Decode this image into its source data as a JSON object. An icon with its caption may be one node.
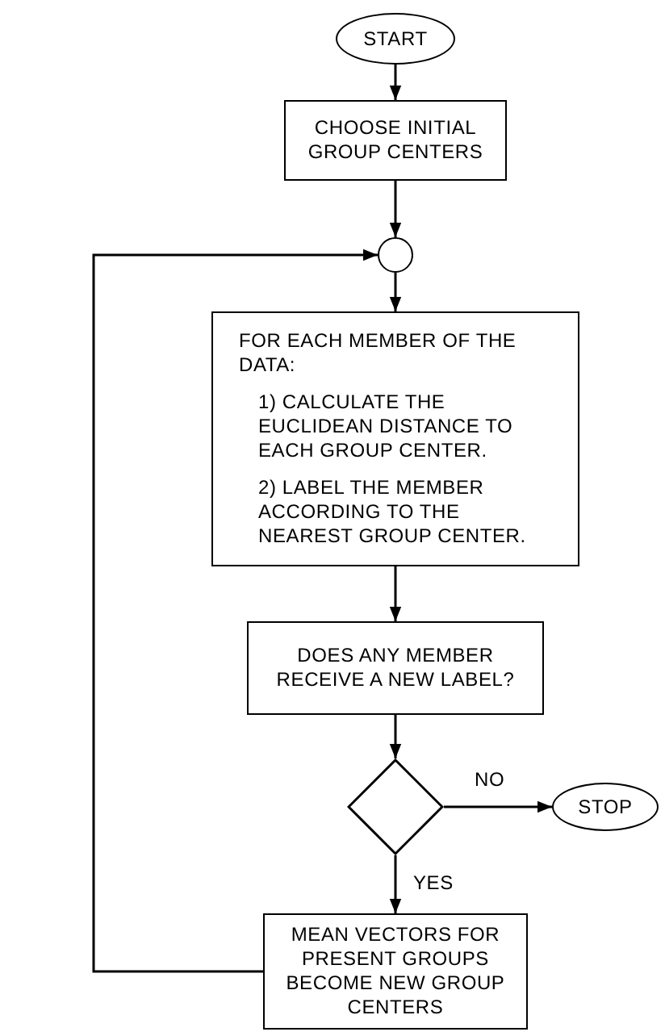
{
  "diagram": {
    "nodes": [
      {
        "text": [
          "START"
        ]
      },
      {
        "text": [
          "CHOOSE INITIAL GROUP CENTERS"
        ]
      },
      {
        "text": [],
        "shape": "circle"
      },
      {
        "text": [
          "FOR EACH MEMBER OF THE DATA:",
          "1) CALCULATE THE EUCLIDEAN DISTANCE TO EACH GROUP CENTER.",
          "2) LABEL THE MEMBER ACCORDING TO THE NEAREST GROUP CENTER."
        ]
      },
      {
        "text": [
          "DOES ANY MEMBER RECEIVE A NEW LABEL?"
        ]
      },
      {
        "text": [],
        "shape": "diamond"
      },
      {
        "text": [
          "STOP"
        ]
      },
      {
        "text": [
          "MEAN VECTORS FOR PRESENT GROUPS BECOME NEW GROUP CENTERS"
        ]
      }
    ],
    "edges": [
      {
        "from": 0,
        "to": 1,
        "arrow": "to"
      },
      {
        "from": 1,
        "to": 2,
        "arrow": "to"
      },
      {
        "from": 2,
        "to": 3,
        "arrow": "to"
      },
      {
        "from": 3,
        "to": 4,
        "arrow": "to"
      },
      {
        "from": 4,
        "to": 5,
        "arrow": "to"
      },
      {
        "from": 5,
        "to": 6,
        "arrow": "to",
        "label": "NO"
      },
      {
        "from": 5,
        "to": 7,
        "arrow": "to",
        "label": "YES"
      },
      {
        "from": 7,
        "to": 2,
        "arrow": "to"
      }
    ]
  }
}
